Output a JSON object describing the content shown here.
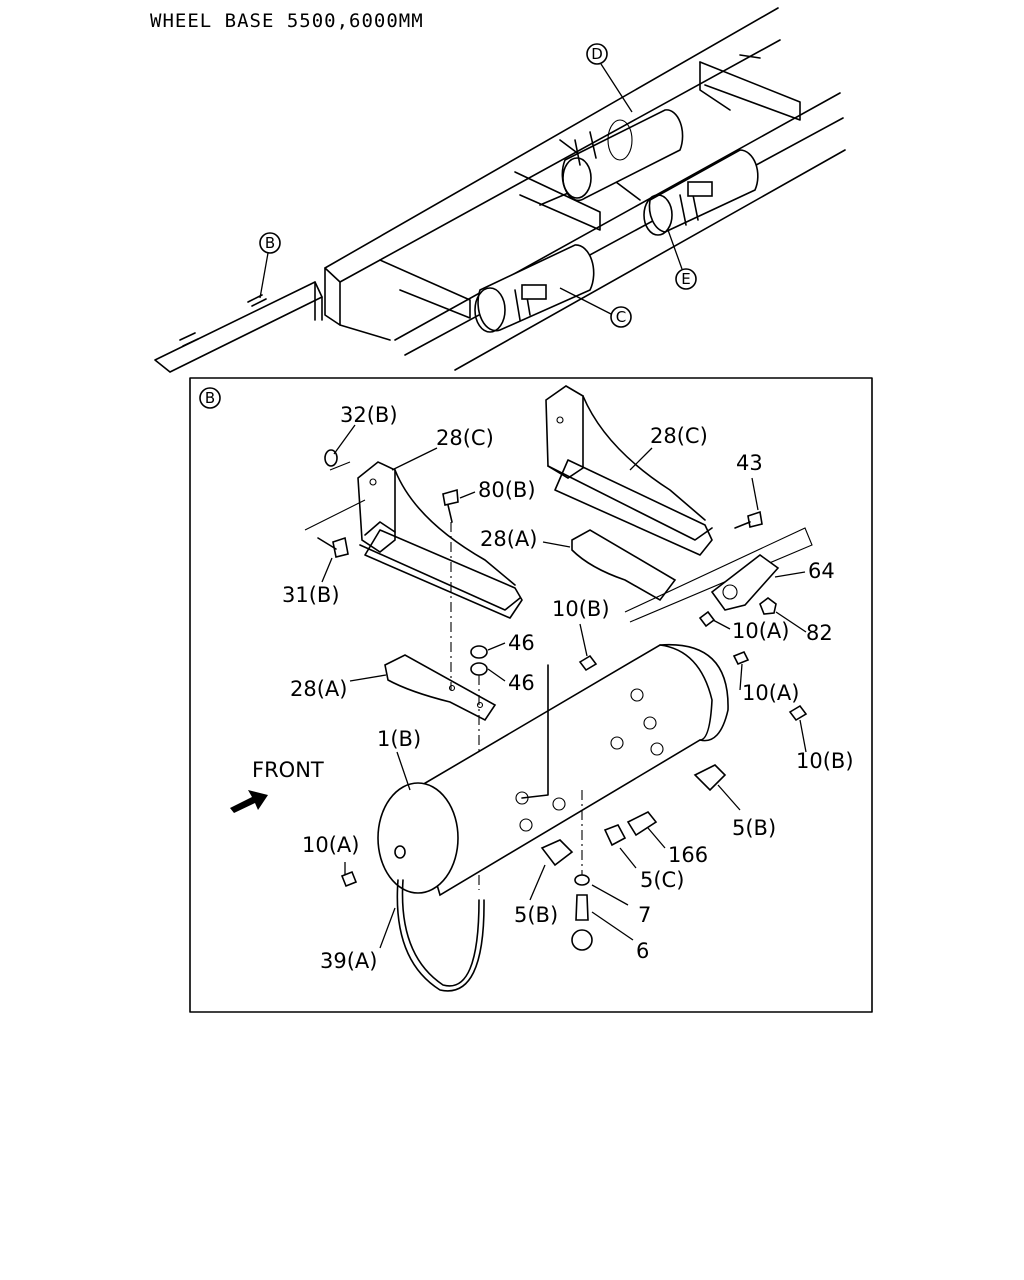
{
  "title": "WHEEL BASE 5500,6000MM",
  "overview_callouts": {
    "b": "B",
    "c": "C",
    "d": "D",
    "e": "E"
  },
  "detail": {
    "view_tag": "B",
    "front_label": "FRONT",
    "part_labels": {
      "p32b": "32(B)",
      "p28c_left": "28(C)",
      "p28c_right": "28(C)",
      "p43": "43",
      "p80b": "80(B)",
      "p28a_right": "28(A)",
      "p64": "64",
      "p31b": "31(B)",
      "p10b_top": "10(B)",
      "p10a_top": "10(A)",
      "p82": "82",
      "p46_upper": "46",
      "p46_lower": "46",
      "p28a_left": "28(A)",
      "p10a_right": "10(A)",
      "p1b": "1(B)",
      "p10b_right": "10(B)",
      "p5b_right": "5(B)",
      "p10a_left": "10(A)",
      "p166": "166",
      "p5c": "5(C)",
      "p7": "7",
      "p5b_left": "5(B)",
      "p6": "6",
      "p39a": "39(A)"
    }
  }
}
